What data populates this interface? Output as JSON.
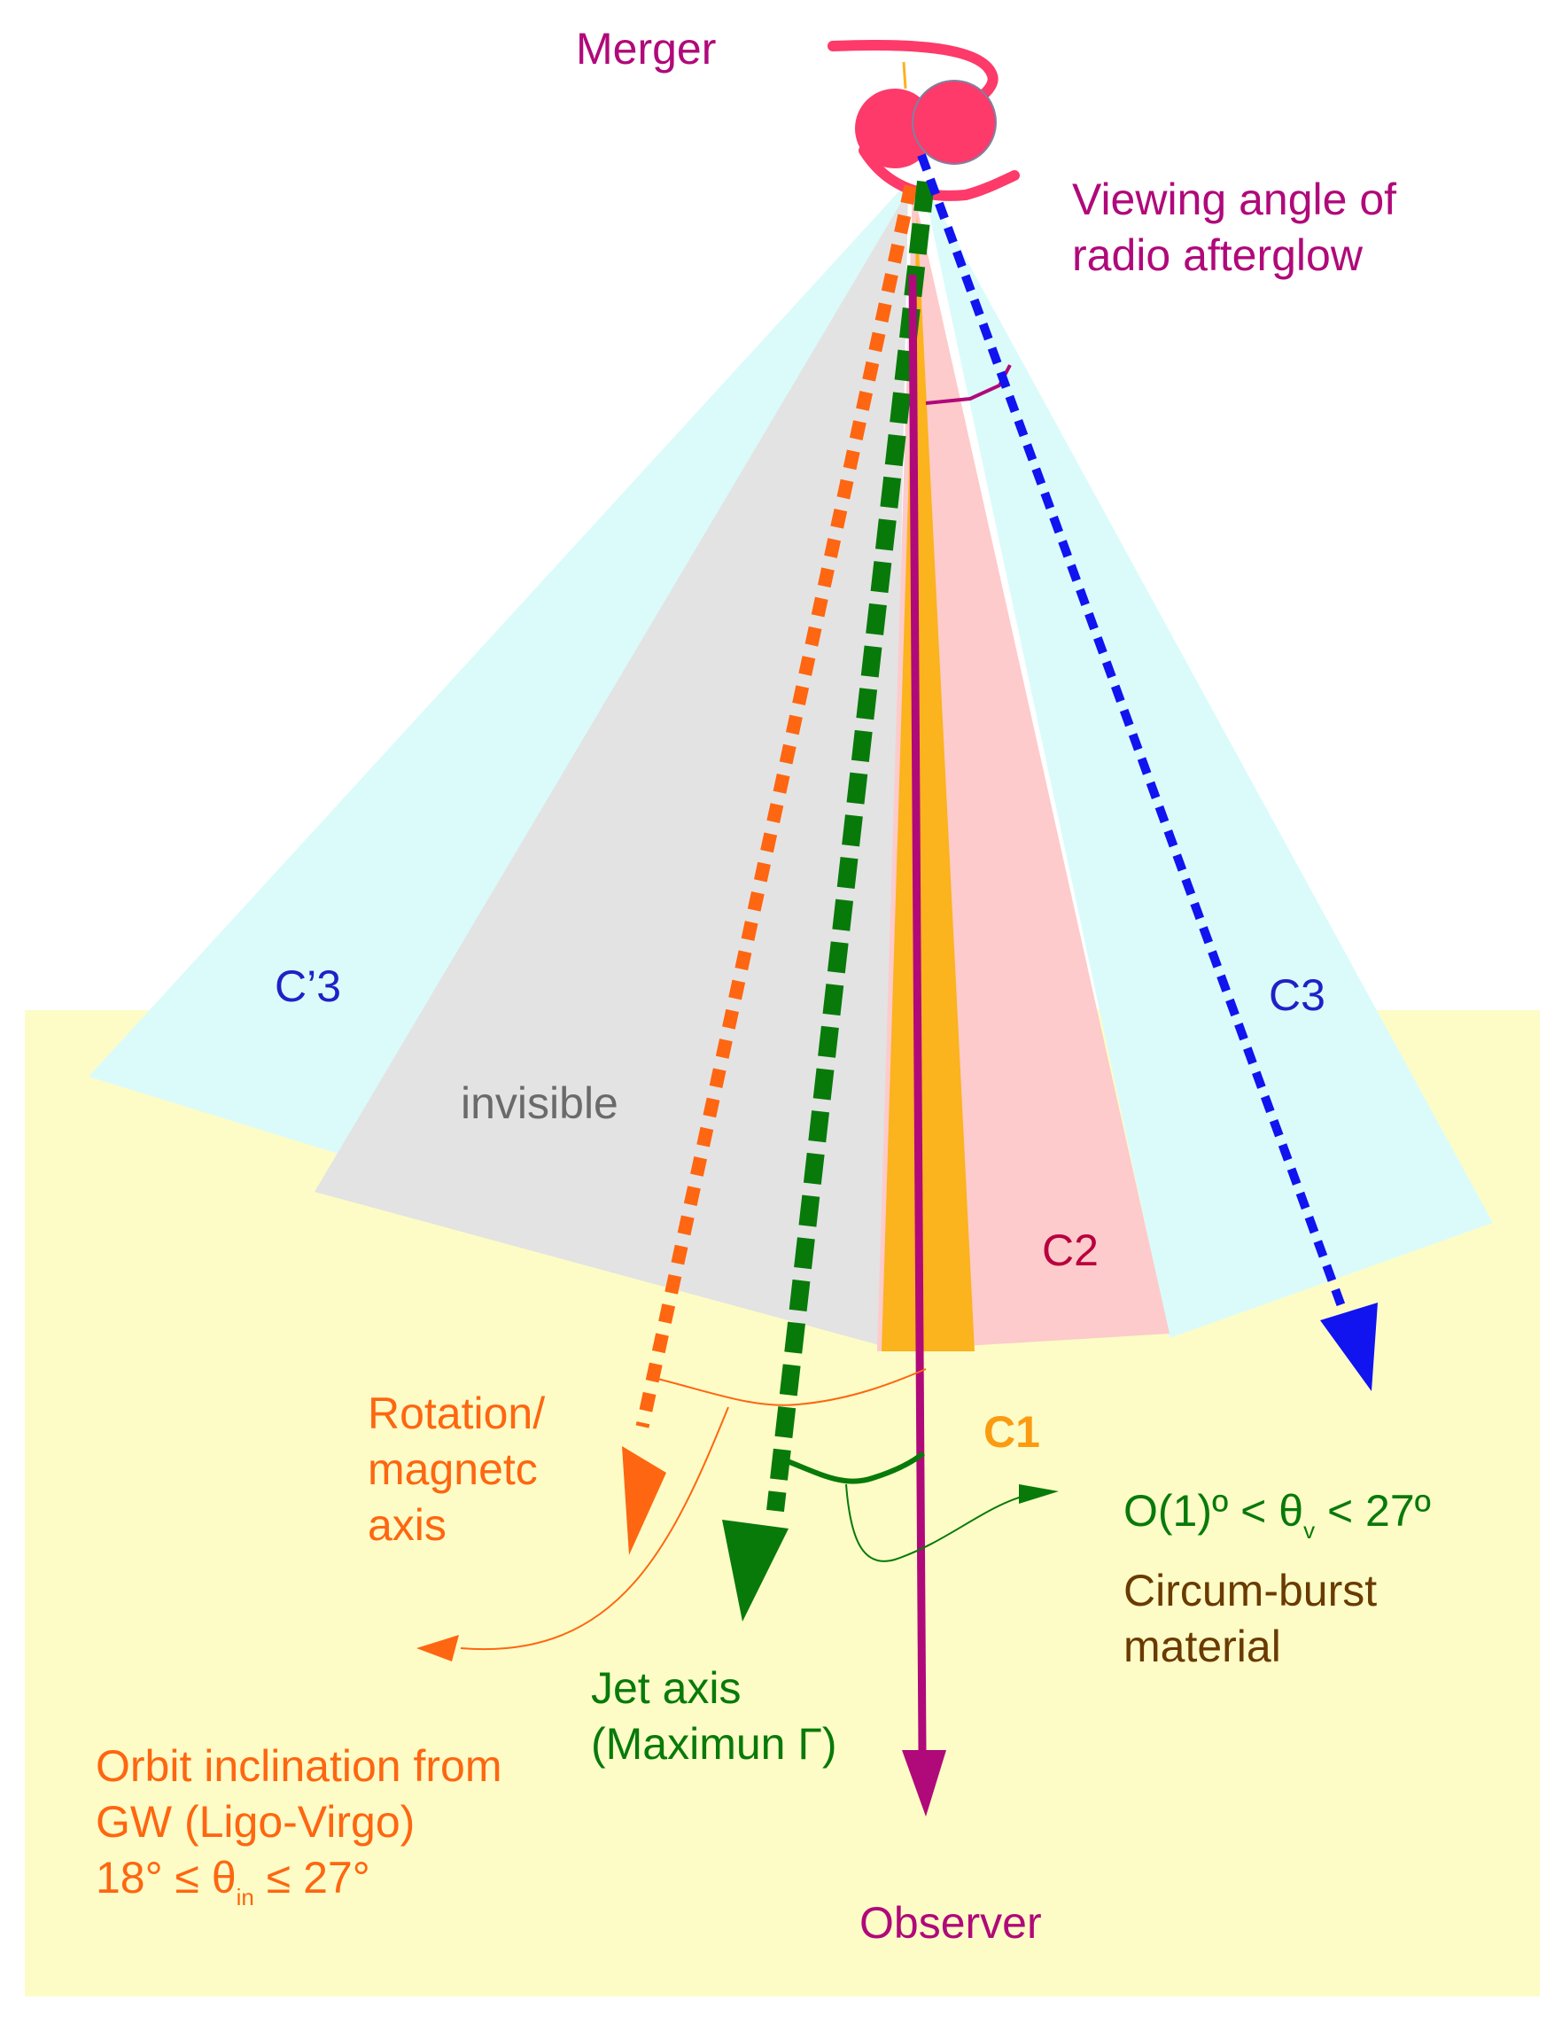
{
  "labels": {
    "merger": "Merger",
    "viewing_angle_line1": "Viewing angle of",
    "viewing_angle_line2": "radio afterglow",
    "c3_prime": "C’3",
    "c3": "C3",
    "invisible": "invisible",
    "c2": "C2",
    "c1": "C1",
    "rotation_line1": "Rotation/",
    "rotation_line2": "magnetc",
    "rotation_line3": "axis",
    "theta_v_prefix": "O(1)º < θ",
    "theta_v_sub": "v",
    "theta_v_suffix": " < 27º",
    "circum_line1": "Circum-burst",
    "circum_line2": "material",
    "jet_axis_line1": "Jet axis",
    "jet_axis_line2": "(Maximun Γ)",
    "orbit_line1": "Orbit inclination from",
    "orbit_line2": "GW (Ligo-Virgo)",
    "orbit_line3_prefix": "18° ≤ θ",
    "orbit_line3_sub": "in",
    "orbit_line3_suffix": " ≤ 27°",
    "observer": "Observer"
  },
  "colors": {
    "background_material": "#fdfcc6",
    "cone_c3": "#dbfbfb",
    "cone_invisible": "#e3e3e3",
    "cone_c2": "#fdcbcb",
    "cone_c1": "#fbb31e",
    "merger_star": "#fd3a6a",
    "magenta": "#b0097a",
    "orange": "#fe6611",
    "green": "#087a0a",
    "blue": "#1114ef",
    "dark_blue_label": "#2020c8",
    "c2_label": "#b8003e",
    "c1_label": "#fb9b12",
    "invisible_label": "#6a6a6a",
    "brown_label": "#6a3a00"
  }
}
